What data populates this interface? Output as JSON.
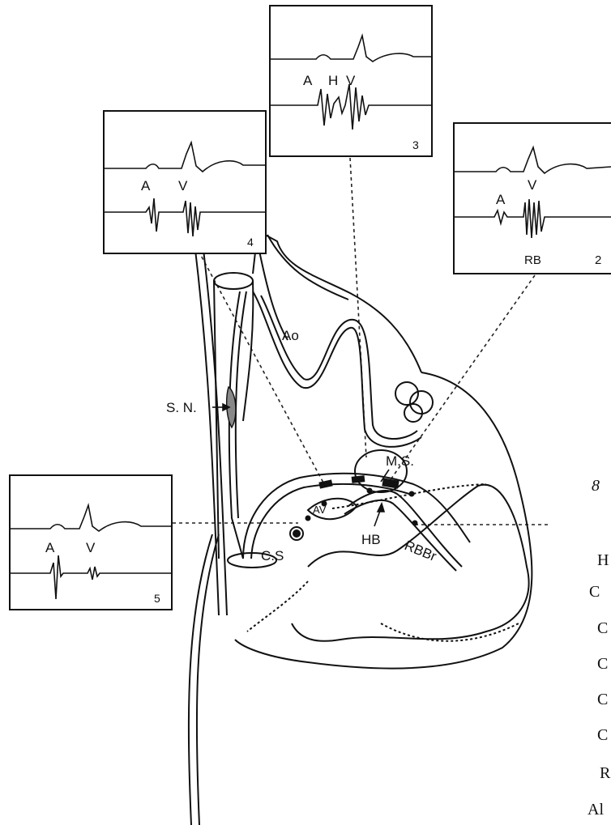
{
  "labels": {
    "aorta": "Ao",
    "sinus_node": "S. N.",
    "membranous_septum": "M.S.",
    "av_node": "AV",
    "his_bundle": "HB",
    "right_bundle_branch": "RBBr",
    "coronary_sinus": "C.S"
  },
  "recording_panels": [
    {
      "number": "4",
      "waves": [
        "A",
        "V"
      ]
    },
    {
      "number": "3",
      "waves": [
        "A",
        "H",
        "V"
      ]
    },
    {
      "number": "2",
      "waves": [
        "A",
        "V",
        "RB"
      ]
    },
    {
      "number": "5",
      "waves": [
        "A",
        "V"
      ]
    }
  ],
  "cropped_side_text": [
    "8",
    "H",
    "C",
    "C",
    "C",
    "C",
    "C",
    "R",
    "Al"
  ],
  "colors": {
    "ink": "#111111",
    "paper": "#ffffff"
  }
}
